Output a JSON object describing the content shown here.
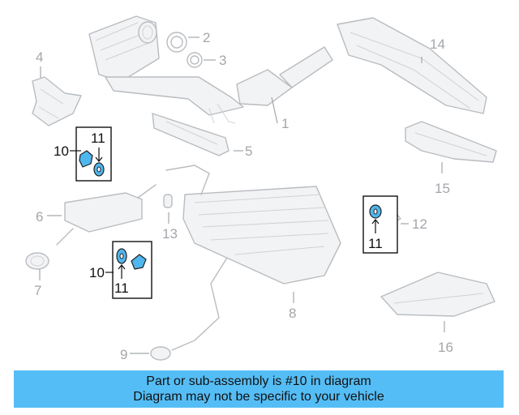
{
  "callouts": {
    "c1": "1",
    "c2": "2",
    "c3": "3",
    "c4": "4",
    "c5": "5",
    "c6": "6",
    "c7": "7",
    "c8": "8",
    "c9": "9",
    "c10a": "10",
    "c10b": "10",
    "c11a": "11",
    "c11b": "11",
    "c11c": "11",
    "c12": "12",
    "c13": "13",
    "c14": "14",
    "c15": "15",
    "c16": "16"
  },
  "colors": {
    "highlight": "#4fb6ee",
    "banner": "#55bdf5",
    "muted": "#a3a6aa"
  },
  "banner": {
    "line1": "Part or sub-assembly is #10 in diagram",
    "line2": "Diagram may not be specific to your vehicle"
  }
}
